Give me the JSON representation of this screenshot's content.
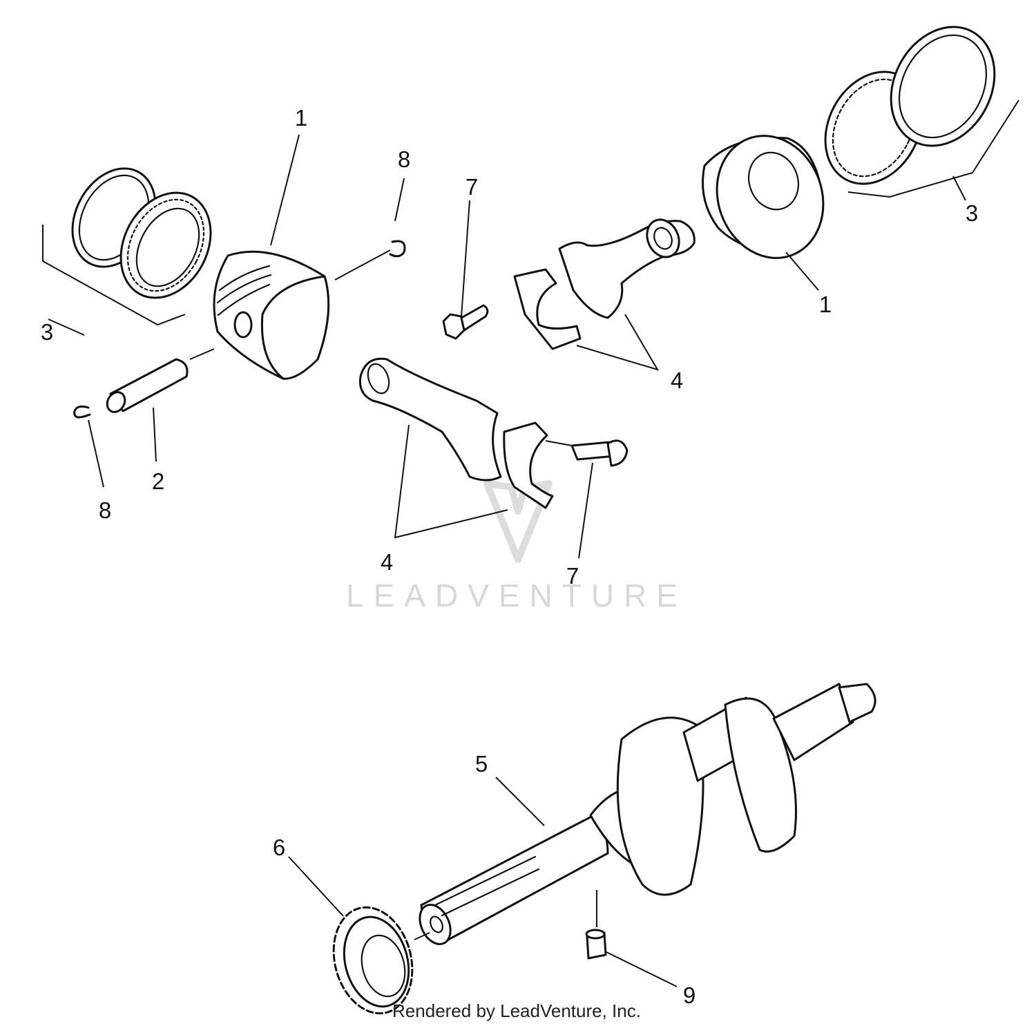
{
  "callouts": {
    "c1a": "1",
    "c1b": "1",
    "c2": "2",
    "c3a": "3",
    "c3b": "3",
    "c4a": "4",
    "c4b": "4",
    "c5": "5",
    "c6": "6",
    "c7a": "7",
    "c7b": "7",
    "c8a": "8",
    "c8b": "8",
    "c9": "9"
  },
  "watermark": {
    "text": "LEADVENTURE"
  },
  "credit": {
    "text": "Rendered by LeadVenture, Inc."
  },
  "colors": {
    "line": "#111111",
    "watermark": "#d8d8d8",
    "background": "#ffffff"
  }
}
